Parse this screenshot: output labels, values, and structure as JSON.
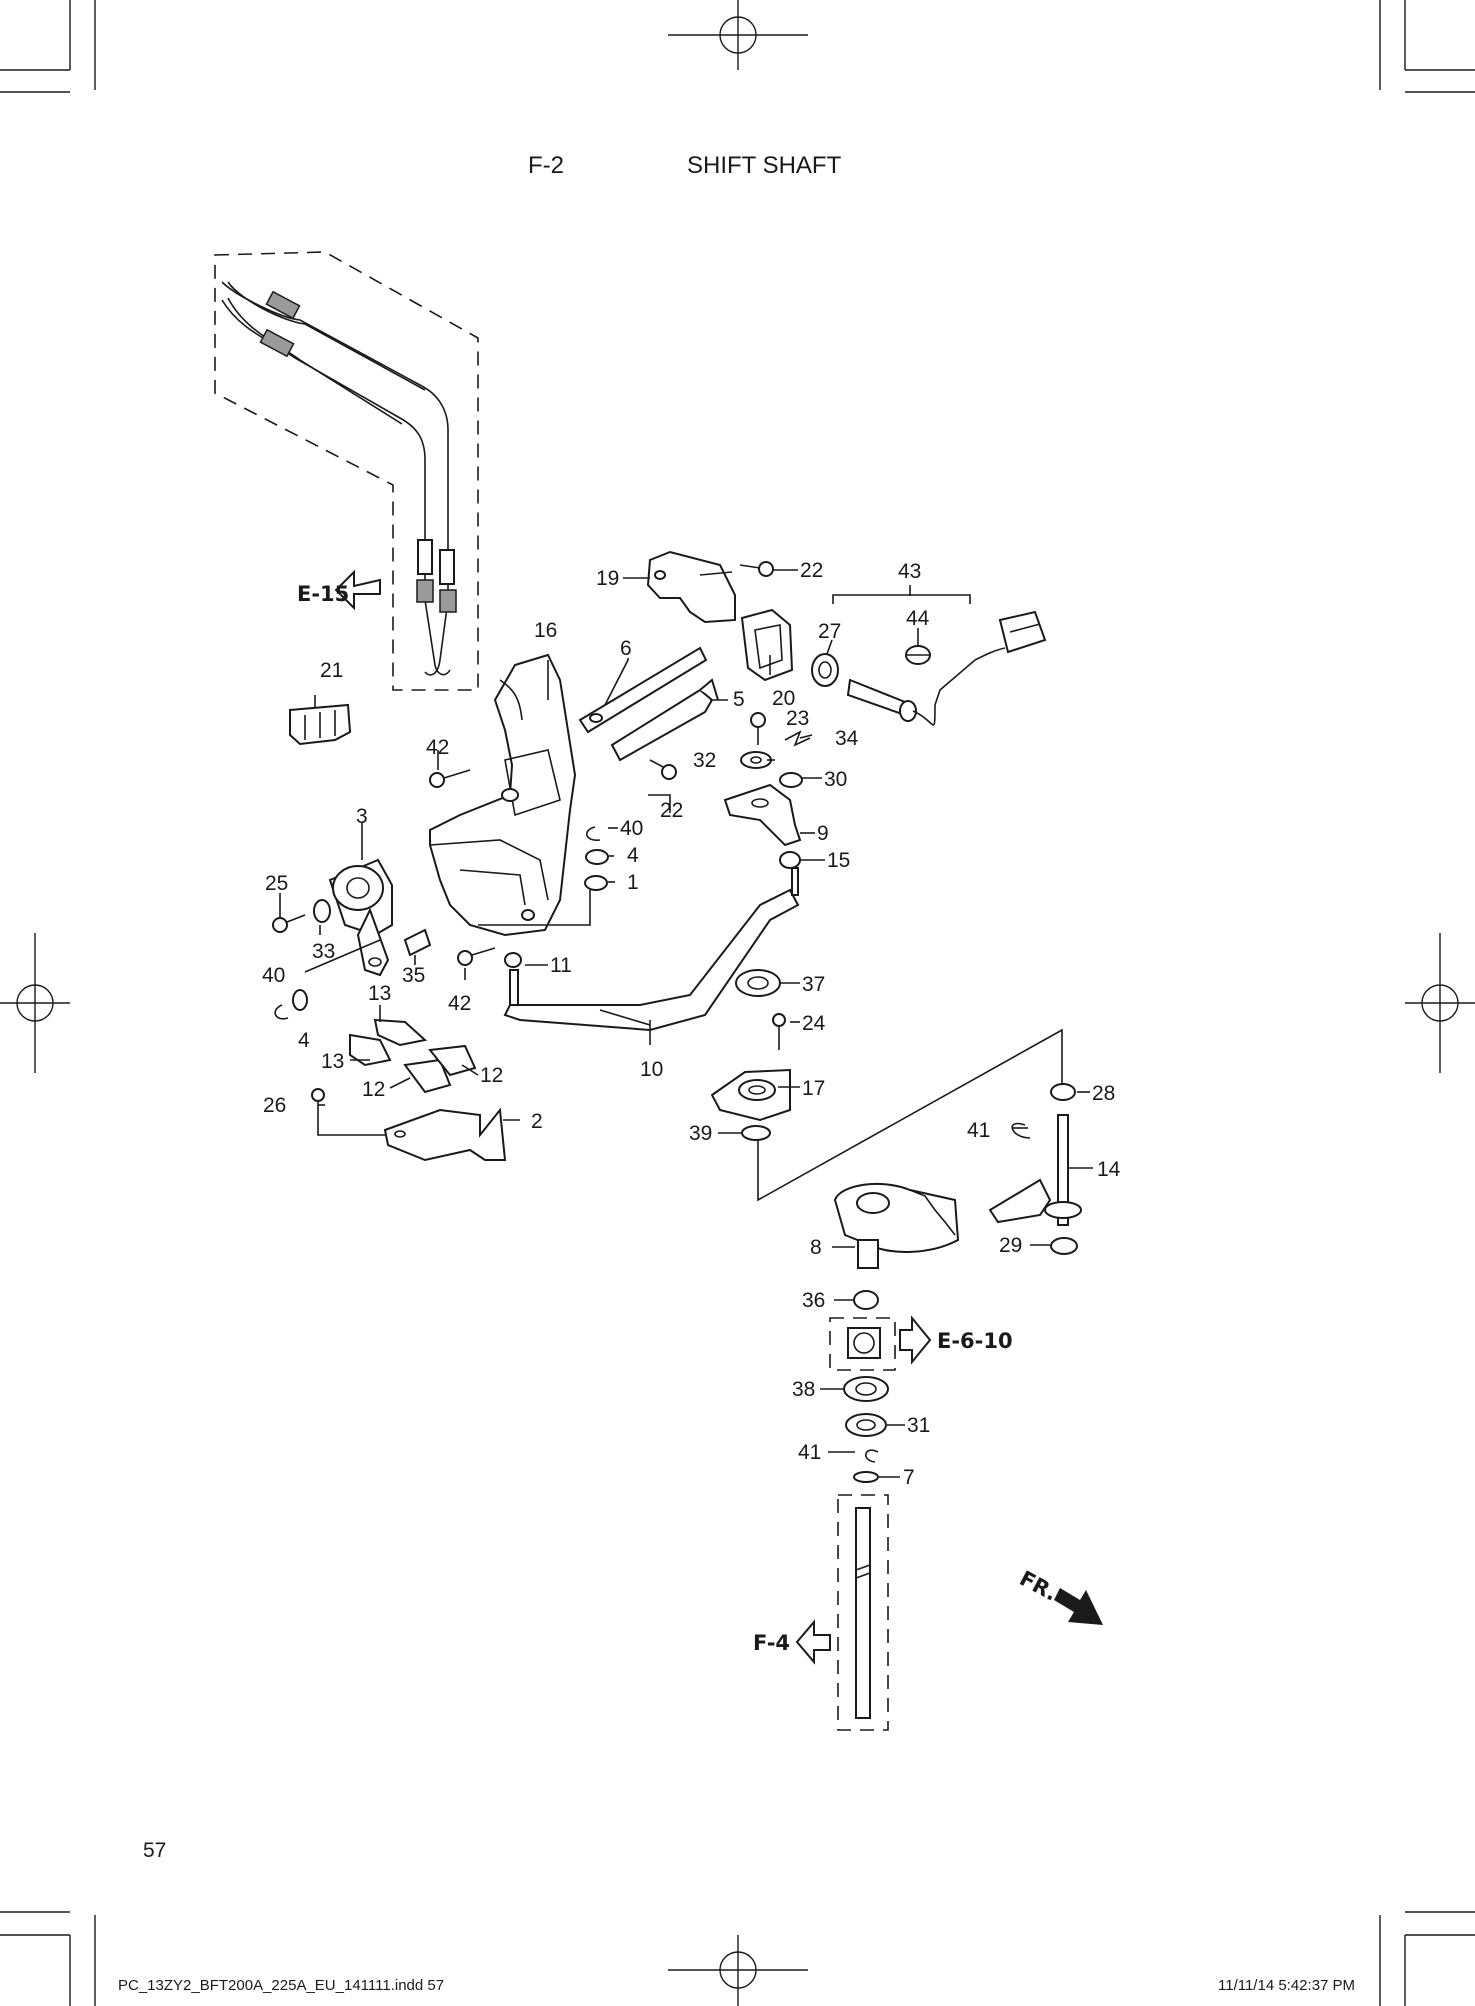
{
  "header": {
    "code": "F-2",
    "title": "SHIFT SHAFT"
  },
  "page_number": "57",
  "footer": {
    "file": "PC_13ZY2_BFT200A_225A_EU_141111.indd   57",
    "timestamp": "11/11/14   5:42:37 PM"
  },
  "references": {
    "e15": "E-15",
    "e610": "E-6-10",
    "f4": "F-4",
    "front": "FR."
  },
  "callouts": {
    "c1": "1",
    "c2": "2",
    "c3": "3",
    "c4a": "4",
    "c4b": "4",
    "c5": "5",
    "c6": "6",
    "c7": "7",
    "c8": "8",
    "c9": "9",
    "c10": "10",
    "c11": "11",
    "c12a": "12",
    "c12b": "12",
    "c13a": "13",
    "c13b": "13",
    "c14": "14",
    "c15": "15",
    "c16": "16",
    "c17": "17",
    "c19": "19",
    "c20": "20",
    "c21": "21",
    "c22a": "22",
    "c22b": "22",
    "c23": "23",
    "c24": "24",
    "c25": "25",
    "c26": "26",
    "c27": "27",
    "c28": "28",
    "c29": "29",
    "c30": "30",
    "c31": "31",
    "c32": "32",
    "c33": "33",
    "c34": "34",
    "c35": "35",
    "c36": "36",
    "c37": "37",
    "c38": "38",
    "c39": "39",
    "c40a": "40",
    "c40b": "40",
    "c41a": "41",
    "c41b": "41",
    "c42a": "42",
    "c42b": "42",
    "c43": "43",
    "c44": "44"
  }
}
